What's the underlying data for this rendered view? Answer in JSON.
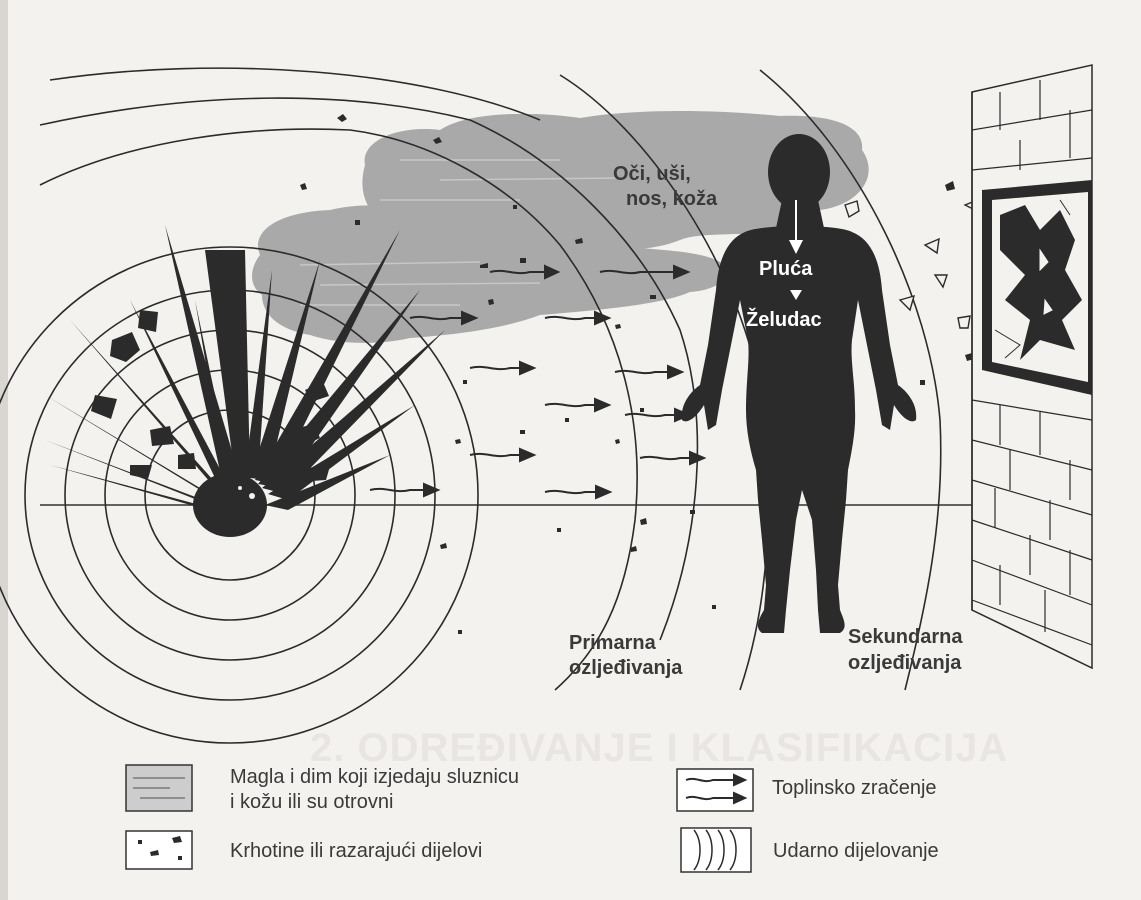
{
  "figure": {
    "ghost_heading": "2. ODREĐIVANJE I KLASIFIKACIJA"
  },
  "labels": {
    "exposure_line1": "Oči, uši,",
    "exposure_line2": "nos, koža",
    "lungs": "Pluća",
    "stomach": "Želudac",
    "primary_line1": "Primarna",
    "primary_line2": "ozljeđivanja",
    "secondary_line1": "Sekundarna",
    "secondary_line2": "ozljeđivanja"
  },
  "legend": {
    "fog_line1": "Magla i dim koji izjedaju sluznicu",
    "fog_line2": "i kožu ili su otrovni",
    "heat": "Toplinsko zračenje",
    "debris": "Krhotine  ili razarajući dijelovi",
    "shock": "Udarno dijelovanje"
  },
  "colors": {
    "ink": "#2b2b2b",
    "smoke": "#a8a8a8",
    "paper": "#f4f2ef",
    "ghost_text": "#e8e5e2"
  },
  "icons": {
    "explosion": "explosion-burst-icon",
    "person": "human-silhouette-icon",
    "wall": "brick-wall-icon",
    "window": "shattered-window-icon"
  }
}
